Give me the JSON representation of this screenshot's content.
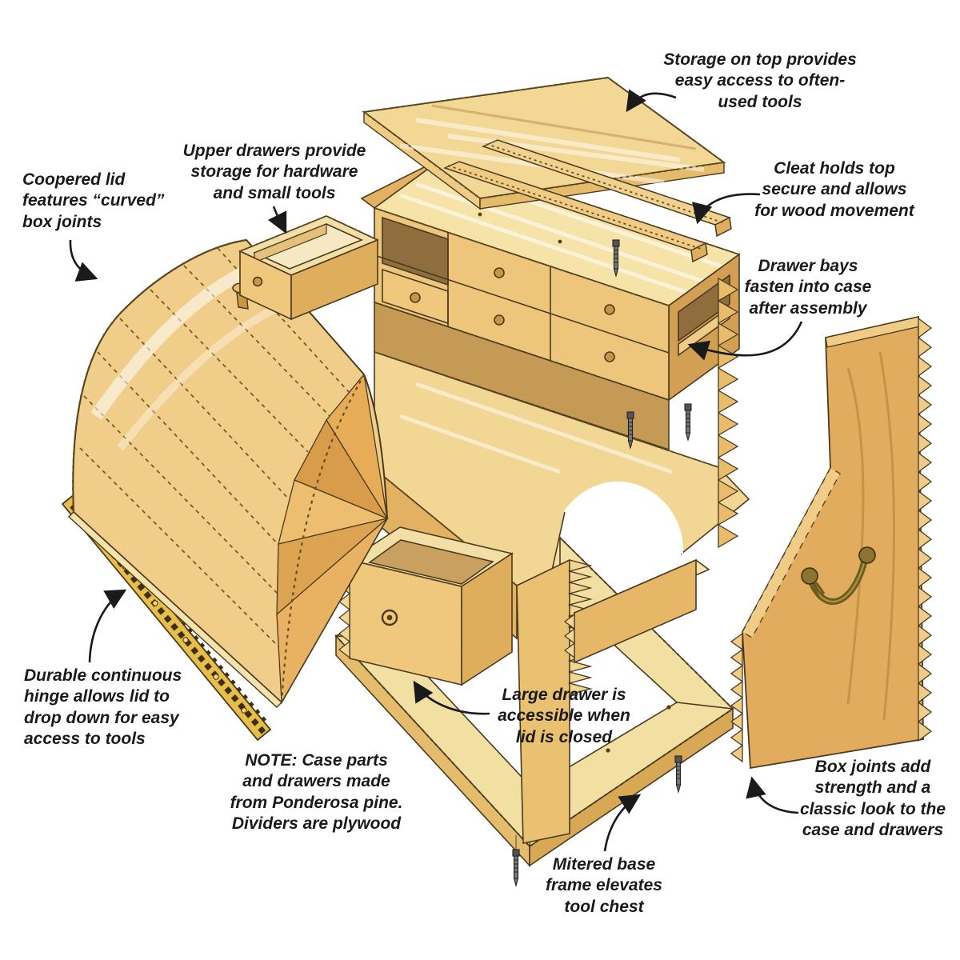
{
  "title": "Tool chest exploded-view diagram",
  "labels": {
    "storage_top": "Storage on top provides\neasy access to often-\nused tools",
    "cleat": "Cleat holds top\nsecure and allows\nfor wood movement",
    "drawer_bays": "Drawer bays\nfasten into case\nafter assembly",
    "upper_drawers": "Upper drawers provide\nstorage for hardware\nand small tools",
    "coopered_lid": "Coopered lid\nfeatures “curved”\nbox joints",
    "hinge": "Durable continuous\nhinge allows lid to\ndrop down for easy\naccess to tools",
    "note": "NOTE: Case parts\nand drawers made\nfrom Ponderosa pine.\nDividers are plywood",
    "large_drawer": "Large drawer is\naccessible when\nlid is closed",
    "mitered_base": "Mitered base\nframe elevates\ntool chest",
    "box_joints": "Box joints add\nstrength and a\nclassic look to the\ncase and drawers"
  },
  "colors": {
    "background": "#ffffff",
    "wood_light": "#F5E3A8",
    "wood_mid": "#EDC67C",
    "wood_dark": "#D39F52",
    "wood_shadow": "#C49A55",
    "hinge_gold": "#E8BE4A",
    "brass": "#8A7430",
    "outline": "#4A3B20",
    "text": "#1a1a1a"
  }
}
